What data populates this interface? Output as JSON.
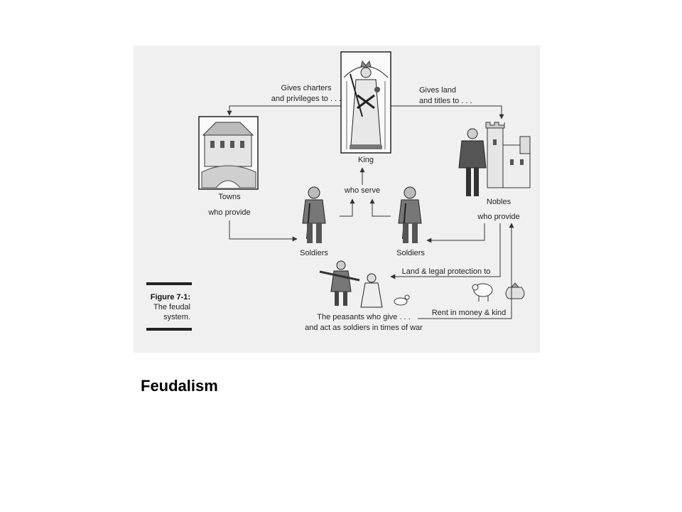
{
  "slide": {
    "title": "Feudalism"
  },
  "figure": {
    "caption_label": "Figure 7-1:",
    "caption_line1": "The feudal",
    "caption_line2": "system."
  },
  "nodes": {
    "king": "King",
    "towns": "Towns",
    "nobles": "Nobles",
    "soldiers_left": "Soldiers",
    "soldiers_right": "Soldiers"
  },
  "labels": {
    "charters_1": "Gives charters",
    "charters_2": "and privileges to . . .",
    "land_1": "Gives land",
    "land_2": "and titles to . . .",
    "who_serve": "who serve",
    "towns_provide": "who provide",
    "nobles_provide": "who provide",
    "protection": "Land & legal protection to",
    "peasants_1": "The peasants who give . . .",
    "peasants_2": "and act as soldiers in times of war",
    "rent": "Rent in money & kind"
  },
  "colors": {
    "background": "#ffffff",
    "figure_bg": "#f0f0f0",
    "ink": "#222222"
  }
}
